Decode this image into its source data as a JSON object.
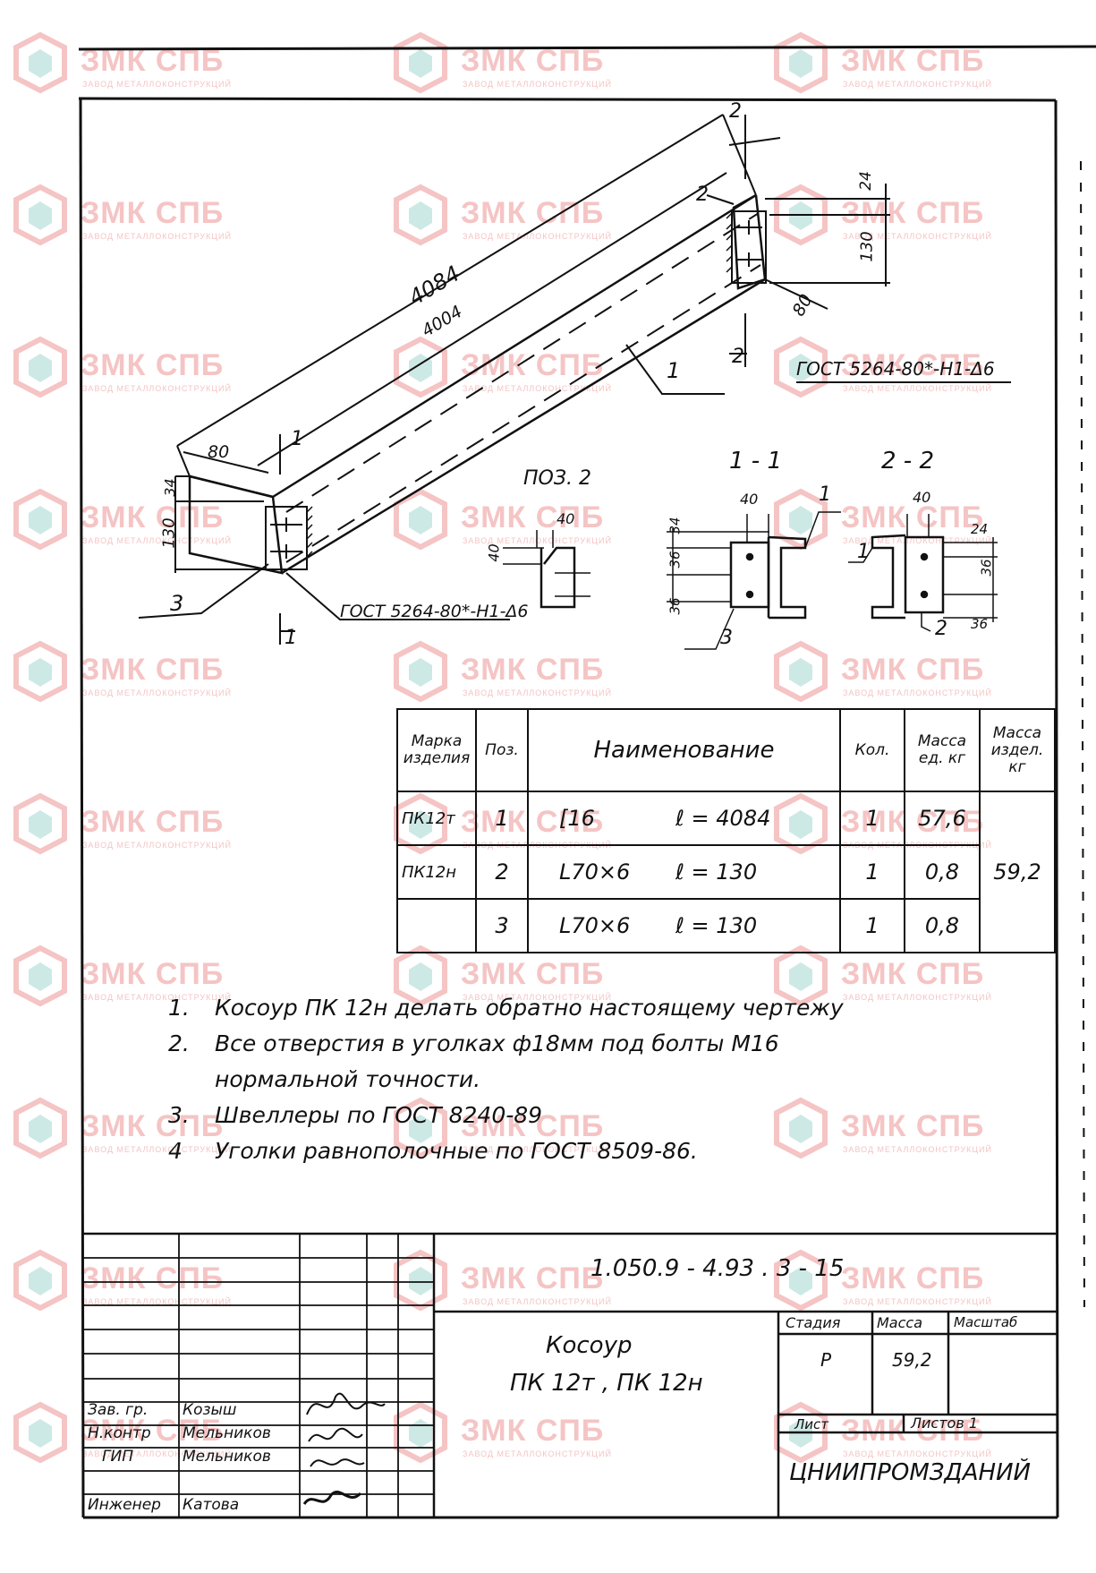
{
  "watermark": {
    "brand": "ЗМК СПБ",
    "sub": "ЗАВОД МЕТАЛЛОКОНСТРУКЦИЙ"
  },
  "drawing": {
    "dims": {
      "overall_length": "4084",
      "inner_length": "4004",
      "d80_top": "80",
      "d80_bottom": "80",
      "d24_top": "24",
      "d130_top": "130",
      "d34_left": "34",
      "d130_left": "130",
      "section_2_top": "2",
      "section_2_bottom": "2",
      "section_1_top": "1",
      "section_1_bottom": "1",
      "pos1": "1",
      "pos2": "2",
      "pos3": "3"
    },
    "weld_top": "ГОСТ 5264-80*-Н1-Δ6",
    "weld_bottom": "ГОСТ 5264-80*-Н1-Δ6",
    "pos2_detail": {
      "title": "ПОЗ. 2",
      "d40a": "40",
      "d40b": "40"
    },
    "section_1_1": {
      "title": "1 - 1",
      "d40": "40",
      "d34": "34",
      "d36a": "36",
      "d36b": "36",
      "pos1": "1",
      "pos3": "3"
    },
    "section_2_2": {
      "title": "2 - 2",
      "d40": "40",
      "d24": "24",
      "d36a": "36",
      "d36b": "36",
      "pos1": "1",
      "pos2": "2"
    }
  },
  "table": {
    "headers": {
      "mark": "Марка изделия",
      "pos": "Поз.",
      "name": "Наименование",
      "qty": "Кол.",
      "mass_unit": "Масса ед. кг",
      "mass_item": "Масса издел. кг"
    },
    "rows": [
      {
        "mark": "ПК12т",
        "pos": "1",
        "profile": "[16",
        "length": "ℓ = 4084",
        "qty": "1",
        "mass": "57,6"
      },
      {
        "mark": "ПК12н",
        "pos": "2",
        "profile": "L70×6",
        "length": "ℓ = 130",
        "qty": "1",
        "mass": "0,8"
      },
      {
        "mark": "",
        "pos": "3",
        "profile": "L70×6",
        "length": "ℓ = 130",
        "qty": "1",
        "mass": "0,8"
      }
    ],
    "item_mass": "59,2"
  },
  "notes": [
    {
      "num": "1.",
      "text": "Косоур ПК 12н делать обратно настоящему чертежу"
    },
    {
      "num": "2.",
      "text": "Все отверстия в уголках ф18мм под болты М16"
    },
    {
      "num": "",
      "text": "нормальной точности."
    },
    {
      "num": "3.",
      "text": "Швеллеры по ГОСТ 8240-89"
    },
    {
      "num": "4",
      "text": "Уголки равнополочные по ГОСТ 8509-86."
    }
  ],
  "stamp": {
    "code": "1.050.9 - 4.93 . 3 - 15",
    "title_line1": "Косоур",
    "title_line2": "ПК 12т , ПК 12н",
    "stage_label": "Стадия",
    "mass_label": "Масса",
    "scale_label": "Масштаб",
    "stage_value": "Р",
    "mass_value": "59,2",
    "sheet_label": "Лист",
    "sheets_label": "Листов 1",
    "org": "ЦНИИПРОМЗДАНИЙ",
    "people": [
      {
        "role": "Зав. гр.",
        "name": "Козыш"
      },
      {
        "role": "Н.контр",
        "name": "Мельников"
      },
      {
        "role": "ГИП",
        "name": "Мельников"
      },
      {
        "role": "Инженер",
        "name": "Катова"
      }
    ]
  }
}
